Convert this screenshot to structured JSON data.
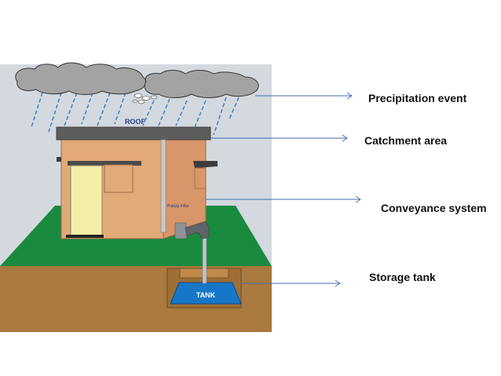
{
  "scene": {
    "roof_label": "ROOF",
    "filter_label": "PopUp Filter",
    "tank_label": "TANK"
  },
  "callouts": {
    "precipitation": "Precipitation event",
    "catchment": "Catchment area",
    "conveyance": "Conveyance system",
    "storage": "Storage tank"
  },
  "colors": {
    "sky": "#d4d9df",
    "grass": "#1a8a3e",
    "soil": "#a9793e",
    "wall": "#e2a979",
    "door": "#f4eea6",
    "roof": "#5d5d5d",
    "tank": "#1677c9",
    "arrow": "#3e6fb0",
    "cloud": "#a3a3a3"
  }
}
